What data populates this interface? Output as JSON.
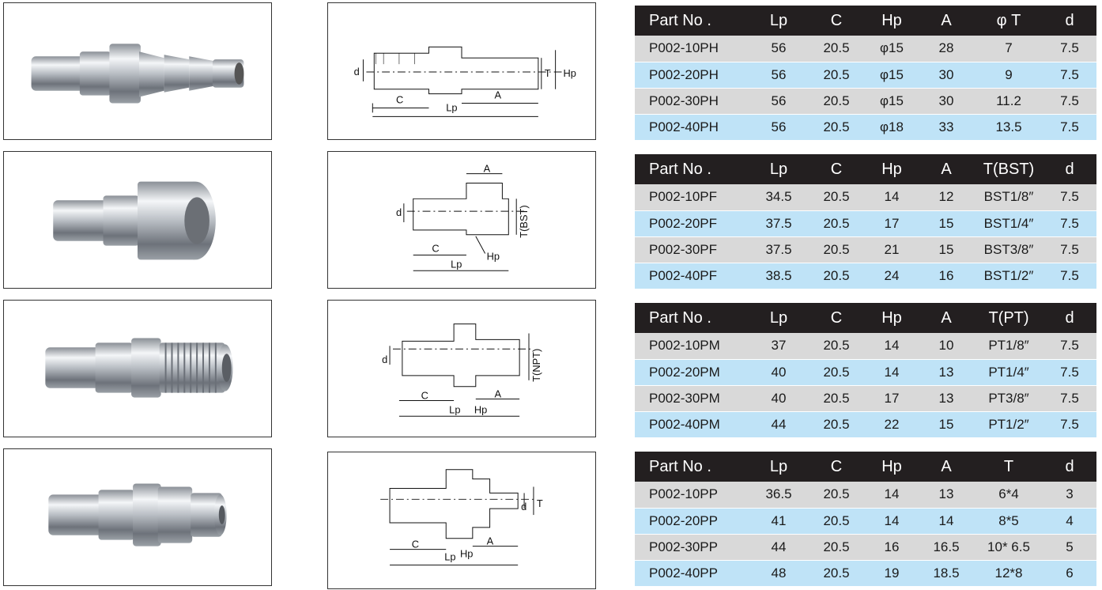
{
  "tables": [
    {
      "headers": [
        "Part No .",
        "Lp",
        "C",
        "Hp",
        "A",
        "φ T",
        "d"
      ],
      "rows": [
        [
          "P002-10PH",
          "56",
          "20.5",
          "φ15",
          "28",
          "7",
          "7.5"
        ],
        [
          "P002-20PH",
          "56",
          "20.5",
          "φ15",
          "30",
          "9",
          "7.5"
        ],
        [
          "P002-30PH",
          "56",
          "20.5",
          "φ15",
          "30",
          "11.2",
          "7.5"
        ],
        [
          "P002-40PH",
          "56",
          "20.5",
          "φ18",
          "33",
          "13.5",
          "7.5"
        ]
      ]
    },
    {
      "headers": [
        "Part No .",
        "Lp",
        "C",
        "Hp",
        "A",
        "T(BST)",
        "d"
      ],
      "rows": [
        [
          "P002-10PF",
          "34.5",
          "20.5",
          "14",
          "12",
          "BST1/8″",
          "7.5"
        ],
        [
          "P002-20PF",
          "37.5",
          "20.5",
          "17",
          "15",
          "BST1/4″",
          "7.5"
        ],
        [
          "P002-30PF",
          "37.5",
          "20.5",
          "21",
          "15",
          "BST3/8″",
          "7.5"
        ],
        [
          "P002-40PF",
          "38.5",
          "20.5",
          "24",
          "16",
          "BST1/2″",
          "7.5"
        ]
      ]
    },
    {
      "headers": [
        "Part No .",
        "Lp",
        "C",
        "Hp",
        "A",
        "T(PT)",
        "d"
      ],
      "rows": [
        [
          "P002-10PM",
          "37",
          "20.5",
          "14",
          "10",
          "PT1/8″",
          "7.5"
        ],
        [
          "P002-20PM",
          "40",
          "20.5",
          "14",
          "13",
          "PT1/4″",
          "7.5"
        ],
        [
          "P002-30PM",
          "40",
          "20.5",
          "17",
          "13",
          "PT3/8″",
          "7.5"
        ],
        [
          "P002-40PM",
          "44",
          "20.5",
          "22",
          "15",
          "PT1/2″",
          "7.5"
        ]
      ]
    },
    {
      "headers": [
        "Part No .",
        "Lp",
        "C",
        "Hp",
        "A",
        "T",
        "d"
      ],
      "rows": [
        [
          "P002-10PP",
          "36.5",
          "20.5",
          "14",
          "13",
          "6*4",
          "3"
        ],
        [
          "P002-20PP",
          "41",
          "20.5",
          "14",
          "14",
          "8*5",
          "4"
        ],
        [
          "P002-30PP",
          "44",
          "20.5",
          "16",
          "16.5",
          "10* 6.5",
          "5"
        ],
        [
          "P002-40PP",
          "48",
          "20.5",
          "19",
          "18.5",
          "12*8",
          "6"
        ]
      ]
    }
  ],
  "drawings": [
    {
      "labels": {
        "d": "d",
        "c": "C",
        "lp": "Lp",
        "a": "A",
        "t": "T",
        "hp": "Hp"
      }
    },
    {
      "labels": {
        "d": "d",
        "c": "C",
        "lp": "Lp",
        "a": "A",
        "t": "T(BST)",
        "hp": "Hp"
      }
    },
    {
      "labels": {
        "d": "d",
        "c": "C",
        "lp": "Lp",
        "a": "A",
        "t": "T(NPT)",
        "hp": "Hp"
      }
    },
    {
      "labels": {
        "d": "d",
        "c": "C",
        "lp": "Lp",
        "a": "A",
        "t": "T",
        "hp": "Hp"
      }
    }
  ],
  "colors": {
    "header_bg": "#231f20",
    "row_grey": "#d9d9d9",
    "row_blue": "#bfe3f7"
  }
}
